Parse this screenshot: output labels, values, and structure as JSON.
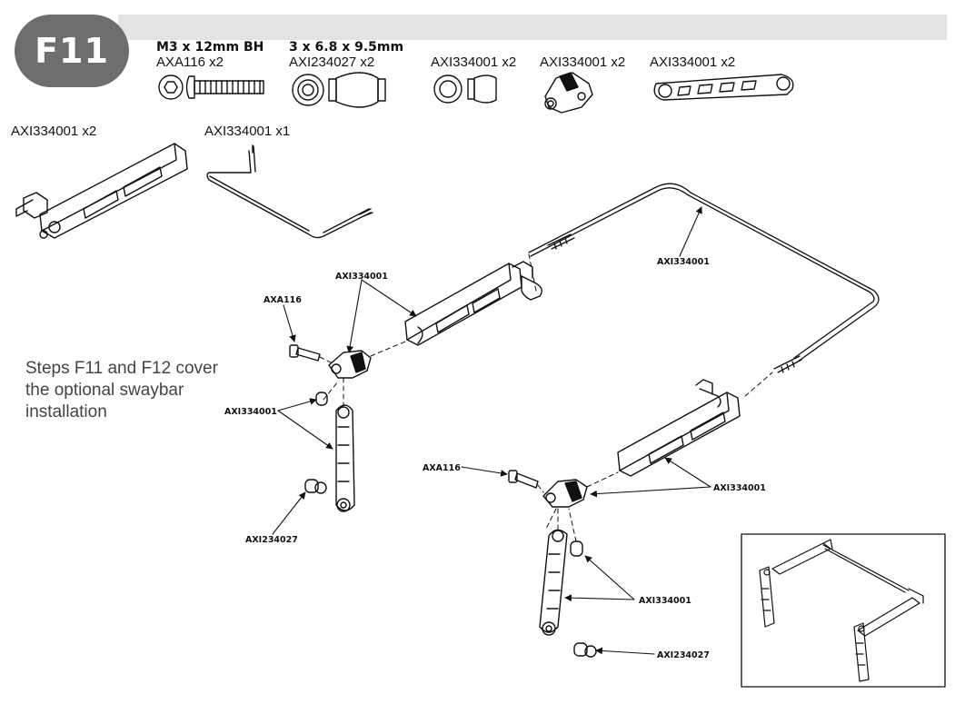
{
  "step": {
    "label": "F11"
  },
  "hardware": [
    {
      "title": "M3 x 12mm BH",
      "code": "AXA116 x2"
    },
    {
      "title": "3 x 6.8 x 9.5mm",
      "code": "AXI234027 x2"
    },
    {
      "title": "",
      "code": "AXI334001 x2"
    },
    {
      "title": "",
      "code": "AXI334001 x2"
    },
    {
      "title": "",
      "code": "AXI334001 x2"
    }
  ],
  "loose_parts": [
    {
      "code": "AXI334001 x2"
    },
    {
      "code": "AXI334001 x1"
    }
  ],
  "callouts": {
    "swaybar": "AXI334001",
    "upper_arm": "AXI334001",
    "screw_left": "AXA116",
    "link_left": "AXI334001",
    "pivot_left": "AXI234027",
    "screw_right": "AXA116",
    "arm_right": "AXI334001",
    "link_right": "AXI334001",
    "pivot_right": "AXI234027"
  },
  "note": {
    "line1": "Steps F11 and F12 cover",
    "line2": "the optional swaybar",
    "line3": "installation"
  }
}
